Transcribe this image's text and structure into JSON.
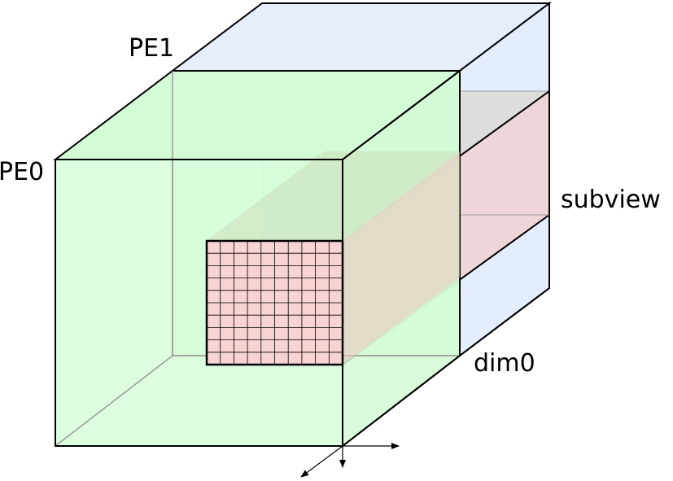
{
  "labels": {
    "pe0": "PE0",
    "pe1": "PE1",
    "subview": "subview",
    "dim0": "dim0"
  },
  "colors": {
    "pe0_fill": "#d4fdd7",
    "pe1_fill": "#e8f0fd",
    "subview_fill": "#f2cfcf",
    "subview_grid_fill": "#f8d3d3",
    "outline": "#000000"
  },
  "subview_grid": {
    "columns": 10,
    "rows": 10
  }
}
